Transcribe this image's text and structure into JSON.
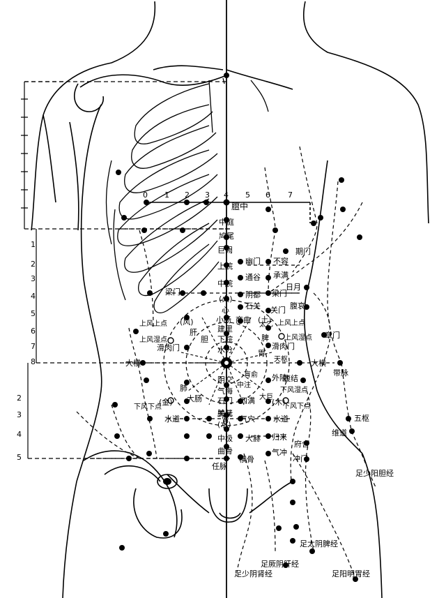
{
  "ruler_numbers": [
    "0",
    "1",
    "2",
    "3",
    "4",
    "5",
    "6",
    "7"
  ],
  "left_scale_numbers": [
    "1",
    "2",
    "3",
    "4",
    "5",
    "6",
    "7",
    "8"
  ],
  "lower_scale_numbers": [
    "2",
    "3",
    "4",
    "5"
  ],
  "midline_points": [
    "膻中",
    "中庭",
    "鸠尾",
    "巨阙",
    "上脘",
    "中脘",
    "建里",
    "下脘",
    "水分",
    "阴交",
    "气海",
    "石门",
    "关元",
    "中极",
    "曲骨",
    "任脉"
  ],
  "kidney_channel": [
    "幽门",
    "通谷",
    "阴都",
    "石关",
    "商曲",
    "肓俞",
    "中注",
    "四满",
    "气穴",
    "大赫",
    "横骨"
  ],
  "stomach_channel": [
    "不容",
    "承满",
    "梁门",
    "关门",
    "太乙",
    "滑肉门",
    "天枢",
    "外陵",
    "大巨",
    "水道",
    "归来",
    "气冲"
  ],
  "spleen_channel": [
    "期门",
    "日月",
    "腹哀",
    "大横",
    "腹结",
    "府舍",
    "冲门"
  ],
  "gallbladder_channel": [
    "章门",
    "带脉",
    "五枢",
    "维道"
  ],
  "left_side_labels": [
    "梁门",
    "滑肉门",
    "大横",
    "水道",
    "上风上点",
    "上风湿点",
    "下风下点"
  ],
  "right_side_labels": [
    "上风上点",
    "上风湿点",
    "下风湿点",
    "下风下点"
  ],
  "zang_markers": [
    "(火)",
    "(风)",
    "(土)",
    "(金)",
    "(水)",
    "(木)"
  ],
  "organ_labels": [
    "心",
    "小肠",
    "肝",
    "胆",
    "脾",
    "胃",
    "肺",
    "大肠",
    "肾",
    "膀胱"
  ],
  "channel_labels": [
    "足少阳胆经",
    "足太阴脾经",
    "足厥阴肝经",
    "足阳明胃经",
    "足少阴肾经"
  ],
  "colors": {
    "line": "#000000",
    "background": "#ffffff"
  }
}
